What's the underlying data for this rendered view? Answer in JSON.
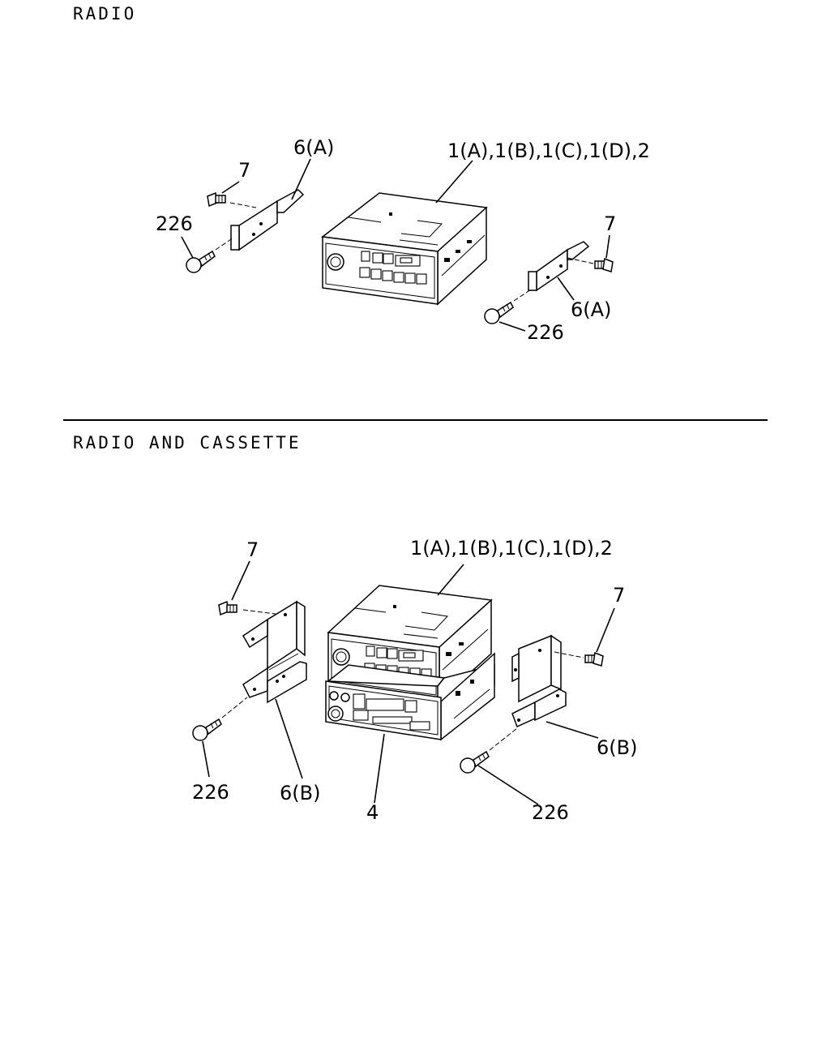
{
  "sections": [
    {
      "title": "RADIO",
      "callouts": {
        "radio_unit": "1(A),1(B),1(C),1(D),2",
        "bracket_left": "6(A)",
        "bracket_right": "6(A)",
        "screw_left": "7",
        "screw_right": "7",
        "bolt_left": "226",
        "bolt_right": "226"
      }
    },
    {
      "title": "RADIO AND CASSETTE",
      "callouts": {
        "radio_unit": "1(A),1(B),1(C),1(D),2",
        "cassette_unit": "4",
        "bracket_left": "6(B)",
        "bracket_right": "6(B)",
        "screw_left": "7",
        "screw_right": "7",
        "bolt_left": "226",
        "bolt_right": "226"
      }
    }
  ]
}
